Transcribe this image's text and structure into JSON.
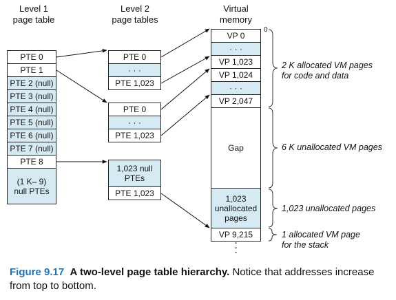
{
  "headers": {
    "level1": [
      "Level 1",
      "page table"
    ],
    "level2": [
      "Level 2",
      "page tables"
    ],
    "virtual": [
      "Virtual",
      "memory"
    ]
  },
  "level1_entries": [
    "PTE 0",
    "PTE 1",
    "PTE 2 (null)",
    "PTE 3 (null)",
    "PTE 4 (null)",
    "PTE 5 (null)",
    "PTE 6 (null)",
    "PTE 7 (null)",
    "PTE 8"
  ],
  "level1_null_block": [
    "(1 K– 9)",
    "null PTEs"
  ],
  "level2_tables": [
    [
      "PTE 0",
      "· · ·",
      "PTE 1,023"
    ],
    [
      "PTE 0",
      "· · ·",
      "PTE 1,023"
    ],
    [
      "1,023 null PTEs",
      "PTE 1,023"
    ]
  ],
  "level2_null_lines": [
    "1,023 null",
    "PTEs"
  ],
  "vm": {
    "origin": "0",
    "pages": [
      "VP 0",
      "· · ·",
      "VP 1,023",
      "VP 1,024",
      "· · ·",
      "VP 2,047"
    ],
    "gap": "Gap",
    "unalloc_lines": [
      "1,023",
      "unallocated",
      "pages"
    ],
    "last_page": "VP 9,215",
    "trailing_dots": "·\n·\n·"
  },
  "notes": {
    "alloc": [
      "2 K allocated VM pages",
      "for code and data"
    ],
    "unalloc_6k": "6 K unallocated VM pages",
    "unalloc_1023": "1,023 unallocated pages",
    "stack": [
      "1 allocated VM page",
      "for the stack"
    ]
  },
  "caption": {
    "figure": "Figure 9.17",
    "title": "A two-level page table hierarchy.",
    "body": "Notice that addresses increase from top to bottom."
  },
  "colors": {
    "fill": "#d6eaf3",
    "caption_blue": "#1e73b4"
  }
}
